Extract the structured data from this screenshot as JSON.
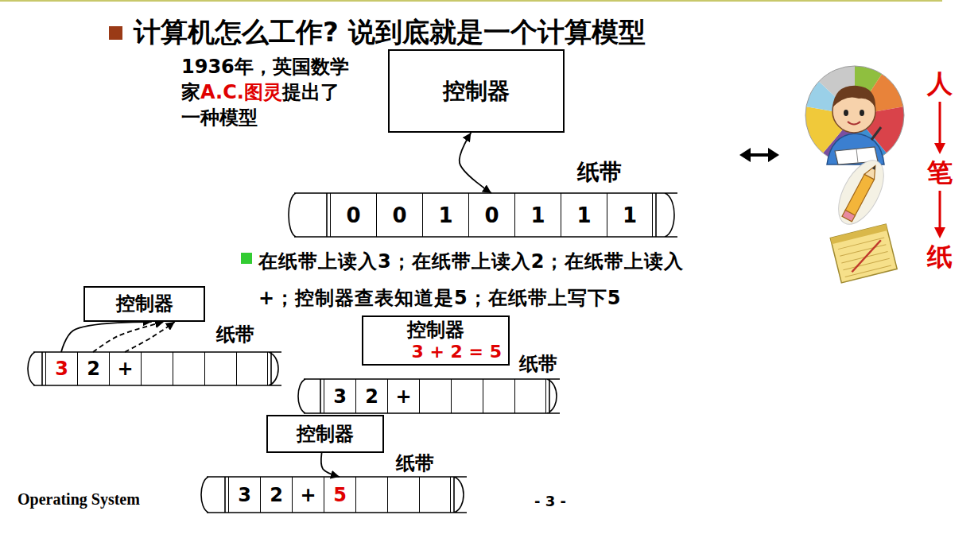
{
  "diagram": {
    "title": "计算机怎么工作? 说到底就是一个计算模型",
    "nodes": [
      {
        "text": [
          "控制器"
        ]
      },
      {
        "text": [
          "纸带"
        ]
      },
      {
        "text": [
          "0"
        ],
        "in": 1
      },
      {
        "text": [
          "0"
        ],
        "in": 1
      },
      {
        "text": [
          "1"
        ],
        "in": 1
      },
      {
        "text": [
          "0"
        ],
        "in": 1
      },
      {
        "text": [
          "1"
        ],
        "in": 1
      },
      {
        "text": [
          "1"
        ],
        "in": 1
      },
      {
        "text": [
          "1"
        ],
        "in": 1
      },
      {
        "text": [
          "控制器"
        ]
      },
      {
        "text": [
          "纸带"
        ]
      },
      {
        "text": [
          "3"
        ],
        "in": 10
      },
      {
        "text": [
          "2"
        ],
        "in": 10
      },
      {
        "text": [
          "+"
        ],
        "in": 10
      },
      {
        "text": [
          "控制器",
          "3 + 2 = 5"
        ]
      },
      {
        "text": [
          "纸带"
        ]
      },
      {
        "text": [
          "3"
        ],
        "in": 15
      },
      {
        "text": [
          "2"
        ],
        "in": 15
      },
      {
        "text": [
          "+"
        ],
        "in": 15
      },
      {
        "text": [
          "控制器"
        ]
      },
      {
        "text": [
          "纸带"
        ]
      },
      {
        "text": [
          "3"
        ],
        "in": 20
      },
      {
        "text": [
          "2"
        ],
        "in": 20
      },
      {
        "text": [
          "+"
        ],
        "in": 20
      },
      {
        "text": [
          "5"
        ],
        "in": 20
      }
    ],
    "edges": [
      {
        "from": 0,
        "to": 5,
        "arrow": "both"
      },
      {
        "from": 11,
        "to": 9,
        "arrow": "to"
      },
      {
        "from": 12,
        "to": 9,
        "arrow": "to"
      },
      {
        "from": 13,
        "to": 9,
        "arrow": "to"
      },
      {
        "from": 19,
        "to": 24,
        "arrow": "to"
      }
    ],
    "labels": [
      "1936年，英国数学家",
      "A.C.图灵",
      "提出了一种模型",
      "在纸带上读入3；在纸带上读入2；在纸带上读入+；控制器查表知道是5；在纸带上写下5",
      "人",
      "笔",
      "纸",
      "Operating System",
      "- 3 -"
    ]
  }
}
